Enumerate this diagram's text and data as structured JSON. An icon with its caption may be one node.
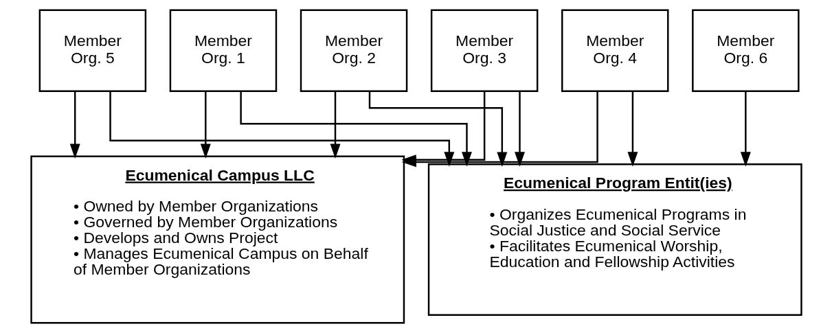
{
  "diagram": {
    "nodes": [
      {
        "text": [
          "Member Org. 1"
        ]
      },
      {
        "text": [
          "Member Org. 2"
        ]
      },
      {
        "text": [
          "Member Org. 3"
        ]
      },
      {
        "text": [
          "Member Org. 4"
        ]
      },
      {
        "text": [
          "Member Org. 5"
        ]
      },
      {
        "text": [
          "Member Org. 6"
        ]
      },
      {
        "text": [
          "Ecumenical Campus LLC",
          "• Owned by Member Organizations",
          "• Governed by Member Organizations",
          "• Develops and Owns Project",
          "• Manages Ecumenical Campus on Behalf of Member Organizations"
        ]
      },
      {
        "text": [
          "Ecumenical Program Entit(ies)",
          "• Organizes Ecumenical Programs in Social Justice and Social Service",
          "• Facilitates Ecumenical Worship, Education and Fellowship Activities"
        ]
      }
    ],
    "edges": [
      {
        "from": 0,
        "to": 6,
        "arrow": "to"
      },
      {
        "from": 1,
        "to": 6,
        "arrow": "to"
      },
      {
        "from": 2,
        "to": 6,
        "arrow": "to"
      },
      {
        "from": 3,
        "to": 6,
        "arrow": "to"
      },
      {
        "from": 4,
        "to": 6,
        "arrow": "to"
      },
      {
        "from": 0,
        "to": 7,
        "arrow": "to"
      },
      {
        "from": 1,
        "to": 7,
        "arrow": "to"
      },
      {
        "from": 2,
        "to": 7,
        "arrow": "to"
      },
      {
        "from": 3,
        "to": 7,
        "arrow": "to"
      },
      {
        "from": 4,
        "to": 7,
        "arrow": "to"
      },
      {
        "from": 5,
        "to": 7,
        "arrow": "to"
      }
    ]
  }
}
